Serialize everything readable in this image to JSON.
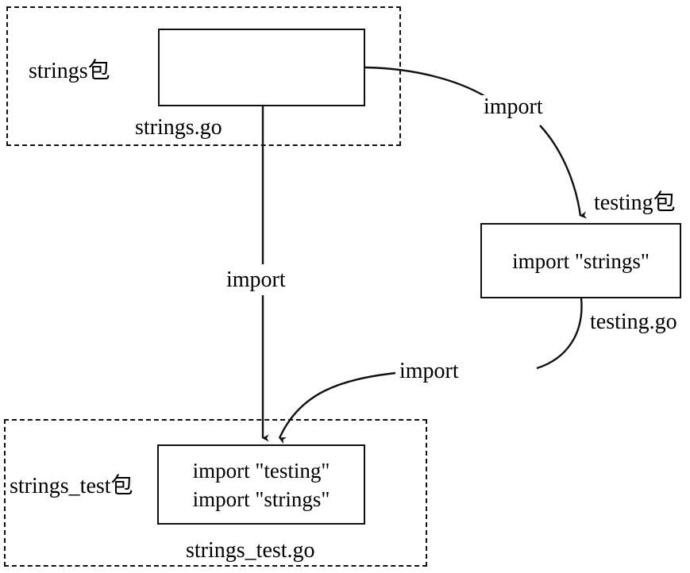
{
  "diagram": {
    "title": "Go package import relationship diagram",
    "stroke_color": "#111111",
    "background_color": "#ffffff",
    "packages": [
      {
        "id": "strings-package",
        "label": "strings包",
        "file_label": "strings.go",
        "file_lines": []
      },
      {
        "id": "strings-test-package",
        "label": "strings_test包",
        "file_label": "strings_test.go",
        "file_lines": [
          "import \"testing\"",
          "import \"strings\""
        ]
      }
    ],
    "standalone": [
      {
        "id": "testing-package",
        "label": "testing包",
        "file_label": "testing.go",
        "file_lines": [
          "import \"strings\""
        ]
      }
    ],
    "edges": [
      {
        "id": "strings-to-testing",
        "label": "import",
        "from": "strings.go",
        "to": "testing.go"
      },
      {
        "id": "strings-to-strings-test",
        "label": "import",
        "from": "strings.go",
        "to": "strings_test.go"
      },
      {
        "id": "testing-to-strings-test",
        "label": "import",
        "from": "testing.go",
        "to": "strings_test.go"
      }
    ]
  }
}
